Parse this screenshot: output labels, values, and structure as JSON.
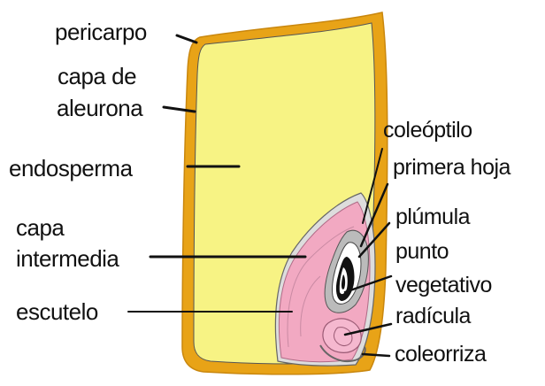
{
  "colors": {
    "pericarp": "#E8A317",
    "endosperm": "#F7F384",
    "scutellum": "#F2A9C2",
    "outline": "#333333",
    "leader": "#111111"
  },
  "labels": {
    "pericarpo": "pericarpo",
    "capa_aleurona_1": "capa de",
    "capa_aleurona_2": "aleurona",
    "endosperma": "endosperma",
    "capa_intermedia_1": "capa",
    "capa_intermedia_2": "intermedia",
    "escutelo": "escutelo",
    "coleoptilo": "coleóptilo",
    "primera_hoja": "primera hoja",
    "plumula": "plúmula",
    "punto_vegetativo_1": "punto",
    "punto_vegetativo_2": "vegetativo",
    "radicula": "radícula",
    "coleorriza": "coleorriza"
  }
}
